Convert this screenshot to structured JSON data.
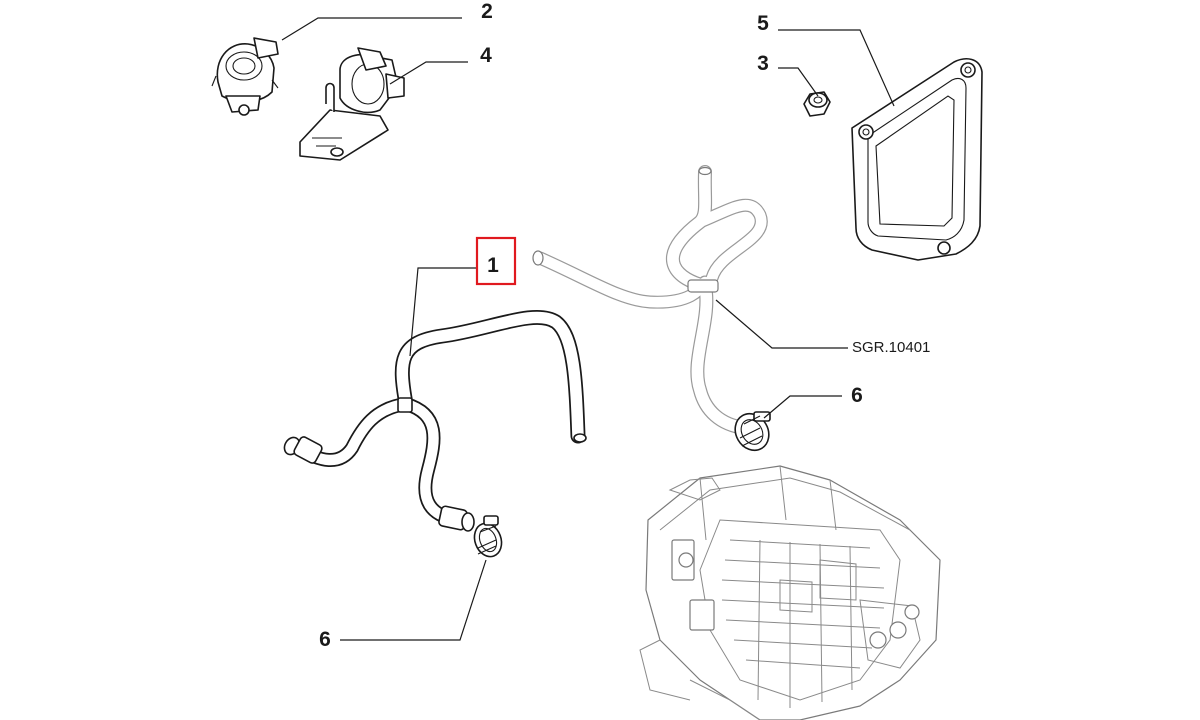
{
  "callouts": {
    "c1": "1",
    "c2": "2",
    "c3": "3",
    "c4": "4",
    "c5": "5",
    "c6a": "6",
    "c6b": "6"
  },
  "reference": "SGR.10401",
  "colors": {
    "highlight": "#e0191f",
    "ink": "#1a1a1a",
    "secondary_ink": "#8a8a8a"
  }
}
